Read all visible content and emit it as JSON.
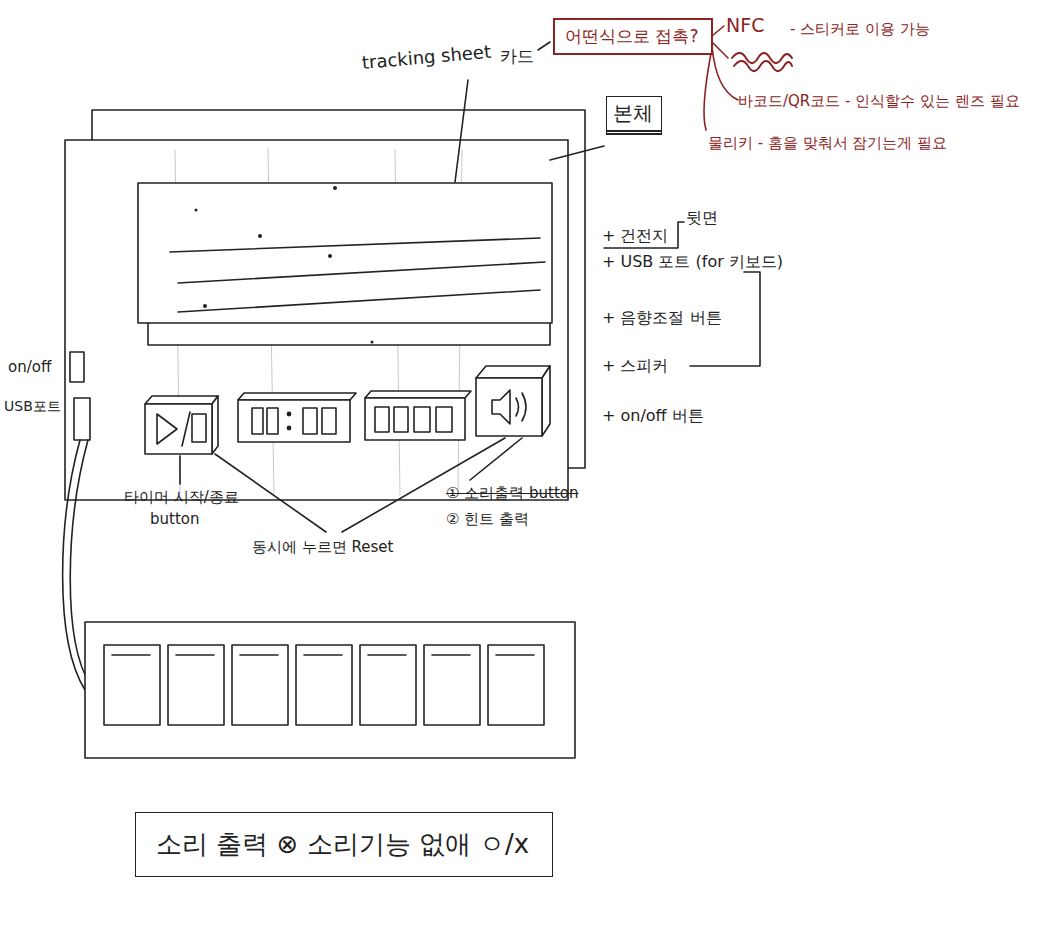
{
  "diagram": {
    "nodes": [
      {
        "text": [
          "어떤식으로 접촉?"
        ]
      },
      {
        "text": [
          "본체"
        ]
      },
      {
        "text": [
          "소리 출력 ⊗ 소리기능 없애 ㅇ/x"
        ]
      }
    ],
    "labels": [
      "tracking sheet",
      "카드",
      "NFC",
      "- 스티커로 이용 가능",
      "바코드/QR코드 - 인식할수 있는 렌즈 필요",
      "물리키 - 홈을 맞춰서 잠기는게 필요",
      "+ 건전지",
      "뒷면",
      "+ USB 포트 (for 키보드)",
      "+ 음향조절 버튼",
      "+ 스피커",
      "+ on/off 버튼",
      "on/off",
      "USB포트",
      "타이머 시작/종료",
      "button",
      "동시에 누르면 Reset",
      "① 소리출력 button",
      "② 힌트 출력"
    ]
  }
}
